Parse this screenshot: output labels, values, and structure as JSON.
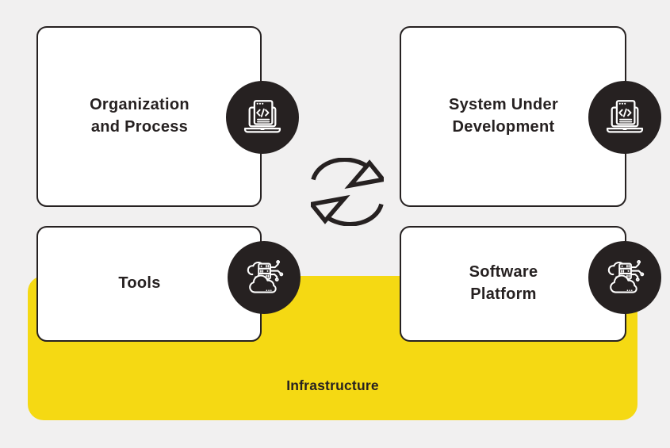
{
  "colors": {
    "background": "#f1f0f0",
    "card_bg": "#ffffff",
    "outline": "#262121",
    "accent_yellow": "#f5d913",
    "icon_stroke": "#ffffff",
    "text": "#262121"
  },
  "cards": [
    {
      "id": "organization-and-process",
      "label": "Organization\nand Process",
      "icon": "laptop-code-icon"
    },
    {
      "id": "system-under-development",
      "label": "System Under\nDevelopment",
      "icon": "laptop-code-icon"
    },
    {
      "id": "tools",
      "label": "Tools",
      "icon": "cloud-server-icon"
    },
    {
      "id": "software-platform",
      "label": "Software\nPlatform",
      "icon": "cloud-server-icon"
    }
  ],
  "infrastructure": {
    "label": "Infrastructure"
  },
  "center": {
    "icon": "sync-arrows-icon"
  }
}
